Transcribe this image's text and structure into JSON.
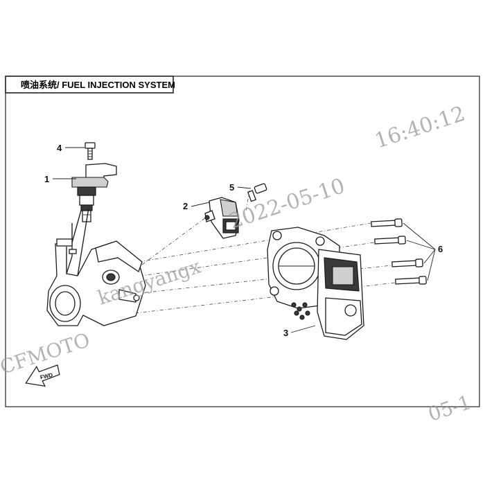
{
  "title": "喷油系统/ FUEL INJECTION SYSTEM",
  "callouts": [
    {
      "id": "1",
      "part": "fuel injector"
    },
    {
      "id": "2",
      "part": "sensor"
    },
    {
      "id": "3",
      "part": "throttle body"
    },
    {
      "id": "4",
      "part": "bolt"
    },
    {
      "id": "5",
      "part": "bolt"
    },
    {
      "id": "6",
      "part": "bolts"
    }
  ],
  "fwd_label": "FWD",
  "watermark": {
    "time": "16:40:12",
    "date": "2022-05-10",
    "user": "kangyangx",
    "brand": "CFMOTO",
    "corner": "05-1"
  },
  "colors": {
    "line": "#222222",
    "watermark": "#9a9a9a",
    "background": "#ffffff"
  }
}
